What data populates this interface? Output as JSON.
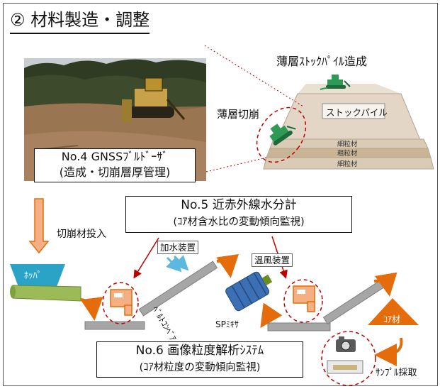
{
  "title": "② 材料製造・調整",
  "top": {
    "stockpile_heading": "薄層ｽﾄｯｸﾊﾟｲﾙ造成",
    "cut_label": "薄層切崩",
    "stockpile_label": "ストックパイル",
    "layers": [
      "細粒材",
      "粗粒材",
      "細粒材"
    ],
    "bulldozer_box": {
      "line1": "No.4 GNSSﾌﾞﾙﾄﾞｰｻﾞ",
      "line2": "(造成・切崩層厚管理)"
    }
  },
  "nir_box": {
    "line1": "No.5 近赤外線水分計",
    "line2": "(ｺｱ材含水比の変動傾向監視)"
  },
  "image_box": {
    "line1": "No.6 画像粒度解析ｼｽﾃﾑ",
    "line2": "(ｺｱ材粒度の変動傾向監視)"
  },
  "labels": {
    "feed": "切崩材投入",
    "hopper": "ﾎｯﾊﾟ",
    "water": "加水装置",
    "hot_air": "温風装置",
    "conveyor": "ﾍﾞﾙﾄｺﾝﾍﾞｱ",
    "mixer": "SPﾐｷｻ",
    "core": "ｺｱ材",
    "sample": "ｻﾝﾌﾟﾙ採取"
  },
  "colors": {
    "accent": "#e46c0a",
    "alert": "#c00000",
    "machine": "#2e9a55",
    "conveyor": "#9a9a9a",
    "mixer": "#3c6fb3",
    "hopper": "#2aa3c7"
  },
  "icons": [
    "bulldozer-photo",
    "bulldozer-icon",
    "sensor-icon",
    "camera-icon",
    "mixer-icon",
    "hopper-icon"
  ]
}
